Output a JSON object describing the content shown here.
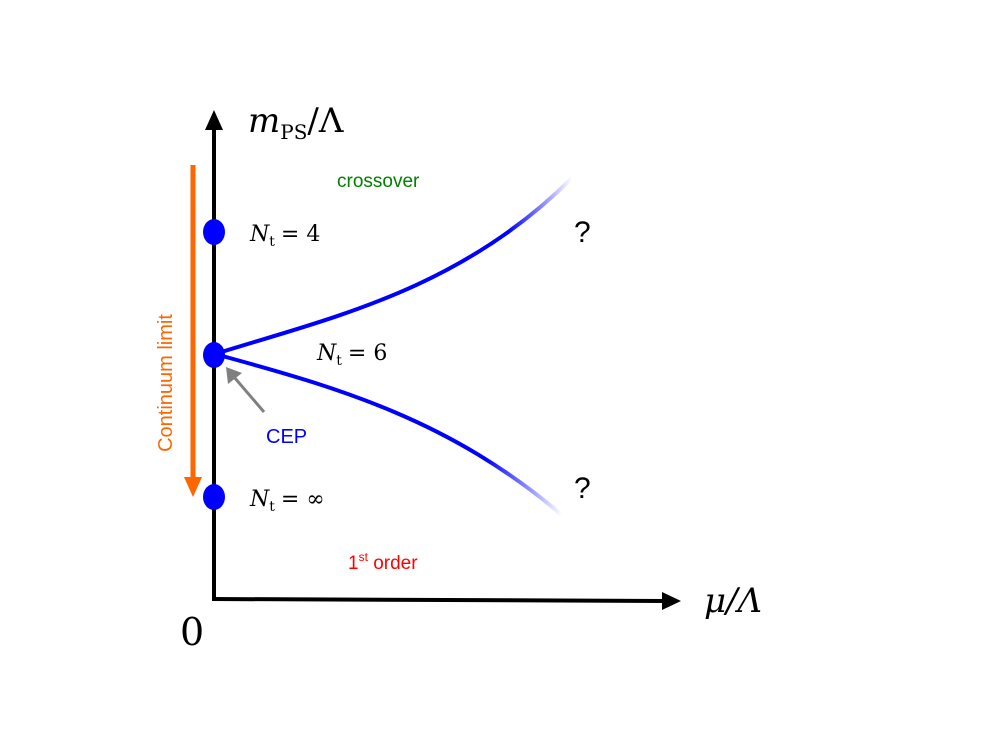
{
  "axes": {
    "y_label": {
      "main": "m",
      "sub": "PS",
      "rest": "/Λ"
    },
    "x_label": "μ/Λ",
    "origin": "0"
  },
  "regions": {
    "crossover": {
      "text": "crossover",
      "color": "#008000"
    },
    "first_order": {
      "pre": "1",
      "sup": "st",
      "post": " order",
      "color": "#ff0000"
    }
  },
  "points": [
    {
      "nt_symbol": "N",
      "nt_sub": "t",
      "nt_value": "= 4"
    },
    {
      "nt_symbol": "N",
      "nt_sub": "t",
      "nt_value": "= 6"
    },
    {
      "nt_symbol": "N",
      "nt_sub": "t",
      "nt_value": "= ∞"
    }
  ],
  "cep": {
    "text": "CEP",
    "color": "#0000ff"
  },
  "continuum": {
    "text": "Continuum limit",
    "color": "#ff6600"
  },
  "unknowns": {
    "upper": "?",
    "lower": "?"
  },
  "colors": {
    "curve": "#0000ff",
    "dot": "#0000ff",
    "arrow_gray": "#808080",
    "axis": "#000000"
  }
}
